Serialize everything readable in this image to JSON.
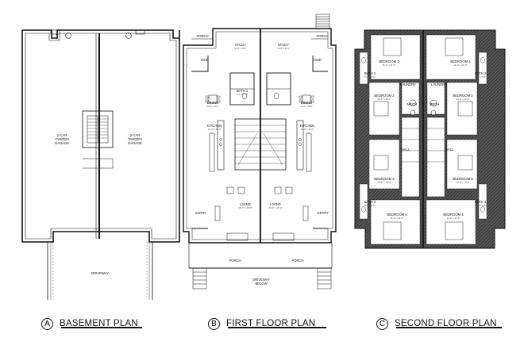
{
  "sheet_titles": [
    {
      "letter": "A",
      "title": "BASEMENT PLAN"
    },
    {
      "letter": "B",
      "title": "FIRST FLOOR PLAN"
    },
    {
      "letter": "C",
      "title": "SECOND FLOOR PLAN"
    }
  ],
  "basement": {
    "garage_label_lines": [
      "2-CAR",
      "TANDEM",
      "GARAGE"
    ],
    "driveway": "DRIVEWAY"
  },
  "first_floor": {
    "rooms": {
      "porch_top": "PORCH",
      "study": "STUDY",
      "study_dim": "11'-0\" x 8'-0\"",
      "mud": "MUD",
      "bath1": "BATH 1",
      "bath1_dim": "5'-0\" x 6'-0\"",
      "dining": "DINING",
      "dining_dim": "11'-0\" x 8'-0\"",
      "kitchen": "KITCHEN",
      "kitchen_dim": "11'-0\" x 15'-0\"",
      "entry": "ENTRY",
      "living": "LIVING",
      "living_dim": "16'-0\" x 15'-0\"",
      "porch_bottom": "PORCH"
    },
    "driveway_below": [
      "DRIVEWAY",
      "BELOW"
    ]
  },
  "second_floor": {
    "rooms": {
      "bedroom1": "BEDROOM 1",
      "bedroom1_dim": "11'-0\" x 11'-0\"",
      "bath2": "BATH 2",
      "bath2_dim": "5'-0\" x 8'-0\"",
      "laundry": "LAUNDRY",
      "mech": "MECH",
      "bedroom2": "BEDROOM 2",
      "bedroom2_dim": "10'-0\" x 10'-0\"",
      "hall": "HALL",
      "bedroom3": "BEDROOM 3",
      "bedroom3_dim": "10'-0\" x 10'-0\"",
      "bath3": "BATH 3",
      "bath3_dim": "5'-0\" x 8'-0\"",
      "bedroom4": "BEDROOM 4",
      "bedroom4_dim": "11'-0\" x 11'-0\""
    }
  }
}
